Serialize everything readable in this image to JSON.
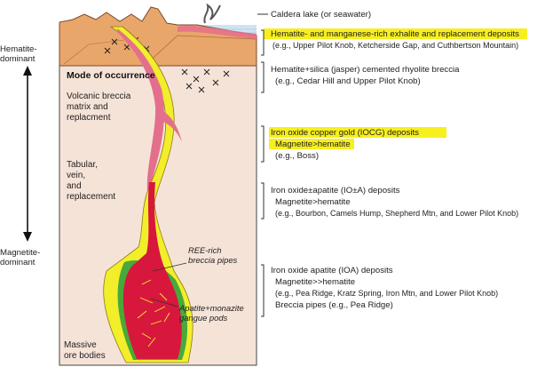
{
  "colors": {
    "background_box": "#f6e3d8",
    "volcano": "#e9a66b",
    "water": "#cfe3f0",
    "pink": "#e46f8c",
    "yellow": "#f2ee2a",
    "red": "#d8173d",
    "green": "#48a93b",
    "highlight": "#f7ef1e"
  },
  "axis": {
    "top_label_1": "Hematite-",
    "top_label_2": "dominant",
    "bottom_label_1": "Magnetite-",
    "bottom_label_2": "dominant"
  },
  "box": {
    "title": "Mode of occurrence",
    "breccia_1": "Volcanic breccia",
    "breccia_2": "matrix and",
    "breccia_3": "replacment",
    "tabular_1": "Tabular,",
    "tabular_2": "vein,",
    "tabular_3": "and",
    "tabular_4": "replacement",
    "massive_1": "Massive",
    "massive_2": "ore bodies",
    "ree_1": "REE-rich",
    "ree_2": "breccia pipes",
    "apatite_1": "Apatite+monazite",
    "apatite_2": "gangue pods"
  },
  "annotations": {
    "caldera": "Caldera lake (or seawater)",
    "exhalite_title": "Hematite- and manganese-rich exhalite and replacement deposits",
    "exhalite_eg": "(e.g., Upper Pilot Knob, Ketcherside Gap, and Cuthbertson Mountain)",
    "jasper_1": "Hematite+silica (jasper) cemented rhyolite breccia",
    "jasper_2": "(e.g., Cedar Hill and Upper Pilot Knob)",
    "iocg_title": "Iron oxide copper gold (IOCG) deposits",
    "iocg_2": "Magnetite>hematite",
    "iocg_3": "(e.g., Boss)",
    "ioa_apatite_1": "Iron oxide±apatite (IO±A) deposits",
    "ioa_apatite_2": "Magnetite>hematite",
    "ioa_apatite_3": "(e.g., Bourbon, Camels Hump, Shepherd Mtn, and Lower Pilot Knob)",
    "ioa_1": "Iron oxide apatite (IOA) deposits",
    "ioa_2": "Magnetite>>hematite",
    "ioa_3": "(e.g., Pea Ridge, Kratz Spring, Iron Mtn, and Lower Pilot Knob)",
    "ioa_4": "Breccia pipes (e.g., Pea Ridge)"
  }
}
